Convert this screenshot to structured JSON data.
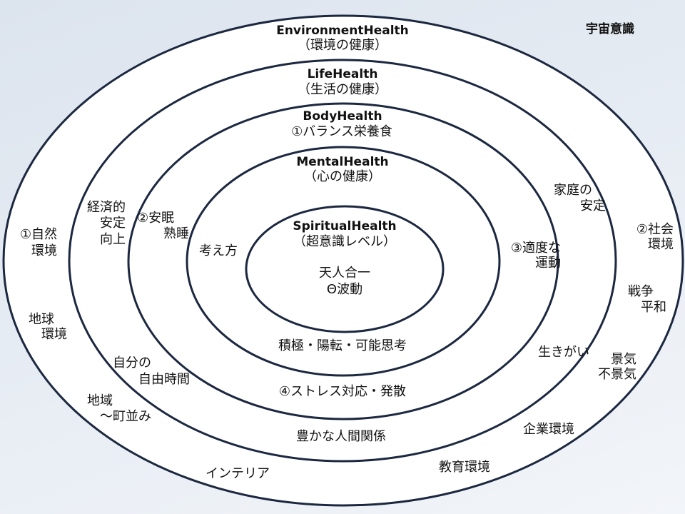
{
  "colors": {
    "background_top": "#dce4ee",
    "background_bottom": "#f2f5f9",
    "ring_stroke": "#1c2840",
    "ring_fill": "#ffffff",
    "text": "#111111"
  },
  "corner_label": "宇宙意識",
  "rings": {
    "environment": {
      "title": "EnvironmentHealth",
      "subtitle": "（環境の健康）"
    },
    "life": {
      "title": "LifeHealth",
      "subtitle": "（生活の健康）"
    },
    "body": {
      "title": "BodyHealth",
      "subtitle": "①バランス栄養食"
    },
    "mental": {
      "title": "MentalHealth",
      "subtitle": "（心の健康）"
    },
    "spiritual": {
      "title": "SpiritualHealth",
      "subtitle": "（超意識レベル）",
      "lines": [
        "天人合一",
        "Θ波動"
      ]
    }
  },
  "labels": {
    "mental": {
      "bottom": "積極・陽転・可能思考",
      "left": "考え方"
    },
    "body": {
      "bottom": "④ストレス対応・発散",
      "left": [
        "②安眠",
        "熟睡"
      ],
      "right": [
        "③適度な",
        "運動"
      ]
    },
    "life": {
      "bottom": "豊かな人間関係",
      "left_upper": [
        "経済的",
        "安定",
        "向上"
      ],
      "left_lower": [
        "自分の",
        "自由時間"
      ],
      "right_upper": [
        "家庭の",
        "安定"
      ],
      "right_lower": "生きがい"
    },
    "environment": {
      "left_upper": [
        "①自然",
        "環境"
      ],
      "left_middle": [
        "地球",
        "環境"
      ],
      "left_lower": [
        "地域",
        "～町並み"
      ],
      "bottom_left": "インテリア",
      "bottom_right": "教育環境",
      "right_lower": "企業環境",
      "right_econ": [
        "景気",
        "不景気"
      ],
      "right_middle": [
        "戦争",
        "平和"
      ],
      "right_upper": [
        "②社会",
        "環境"
      ]
    }
  }
}
